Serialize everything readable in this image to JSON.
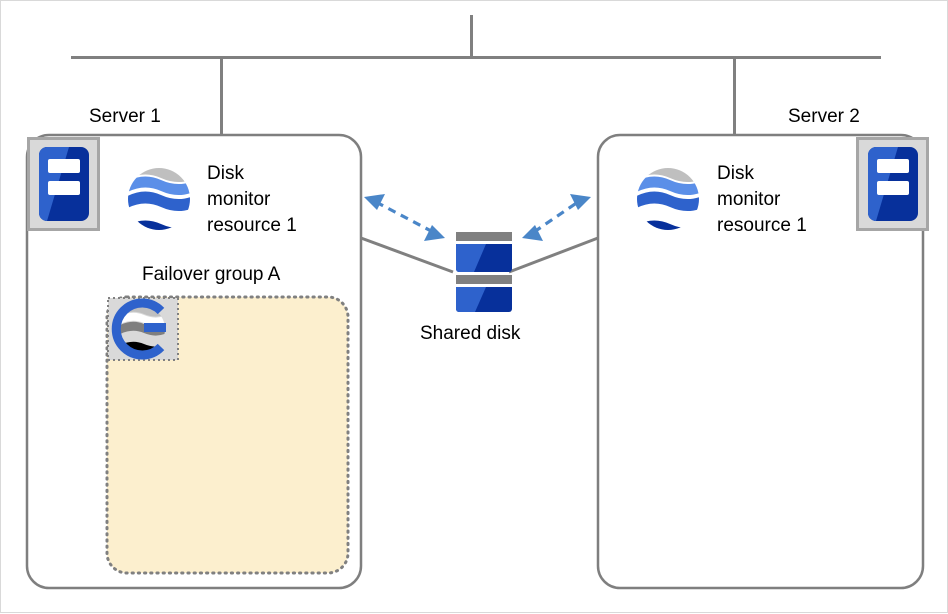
{
  "diagram": {
    "type": "cluster-architecture",
    "title_text": "",
    "servers": [
      {
        "id": "server1",
        "name": "Server 1",
        "icon": "server-icon",
        "icon_side": "left",
        "resources": [
          {
            "name": "Disk\nmonitor\nresource 1",
            "icon": "disk-monitor-globe-icon"
          }
        ],
        "group": {
          "label": "Failover group A",
          "icon": "failover-group-icon",
          "fill": "#FCEFCE",
          "border_style": "dotted"
        }
      },
      {
        "id": "server2",
        "name": "Server 2",
        "icon": "server-icon",
        "icon_side": "right",
        "resources": [
          {
            "name": "Disk\nmonitor\nresource 1",
            "icon": "disk-monitor-globe-icon"
          }
        ],
        "group": null
      }
    ],
    "shared_storage": {
      "label": "Shared disk",
      "icon": "shared-disk-icon",
      "units": 2
    },
    "connections": [
      {
        "from": "network-bus",
        "to": "server1",
        "style": "solid",
        "color": "#808080"
      },
      {
        "from": "network-bus",
        "to": "server2",
        "style": "solid",
        "color": "#808080"
      },
      {
        "from": "network-bus",
        "to": "uplink",
        "style": "solid",
        "color": "#808080"
      },
      {
        "from": "server1",
        "to": "shared-disk",
        "style": "solid",
        "color": "#808080"
      },
      {
        "from": "server2",
        "to": "shared-disk",
        "style": "solid",
        "color": "#808080"
      },
      {
        "from": "server1",
        "to": "shared-disk",
        "style": "dashed-double-arrow",
        "color": "#4A86C8"
      },
      {
        "from": "server2",
        "to": "shared-disk",
        "style": "dashed-double-arrow",
        "color": "#4A86C8"
      }
    ]
  },
  "colors": {
    "line_gray": "#808080",
    "box_border": "#7F7F7F",
    "arrow_blue": "#4A86C8",
    "group_fill": "#FCEFCE",
    "group_border": "#808080",
    "icon_bg": "#D9D9D9",
    "icon_frame": "#A6A6A6",
    "server_blue_light": "#2E62CC",
    "server_blue_dark": "#07309B",
    "globe_gray": "#BFBFBF",
    "globe_light_blue": "#5B8FE8",
    "globe_mid_blue": "#2E62CC",
    "globe_dark_blue": "#07309B",
    "disk_blue_light": "#2E62CC",
    "disk_blue_dark": "#07309B",
    "disk_bar_gray": "#808080",
    "page_border": "#D9D9D9"
  },
  "labels": {
    "server1_name": "Server 1",
    "server2_name": "Server 2",
    "server1_resource": "Disk\nmonitor\nresource 1",
    "server2_resource": "Disk\nmonitor\nresource 1",
    "failover_group": "Failover group A",
    "shared_disk": "Shared disk"
  }
}
